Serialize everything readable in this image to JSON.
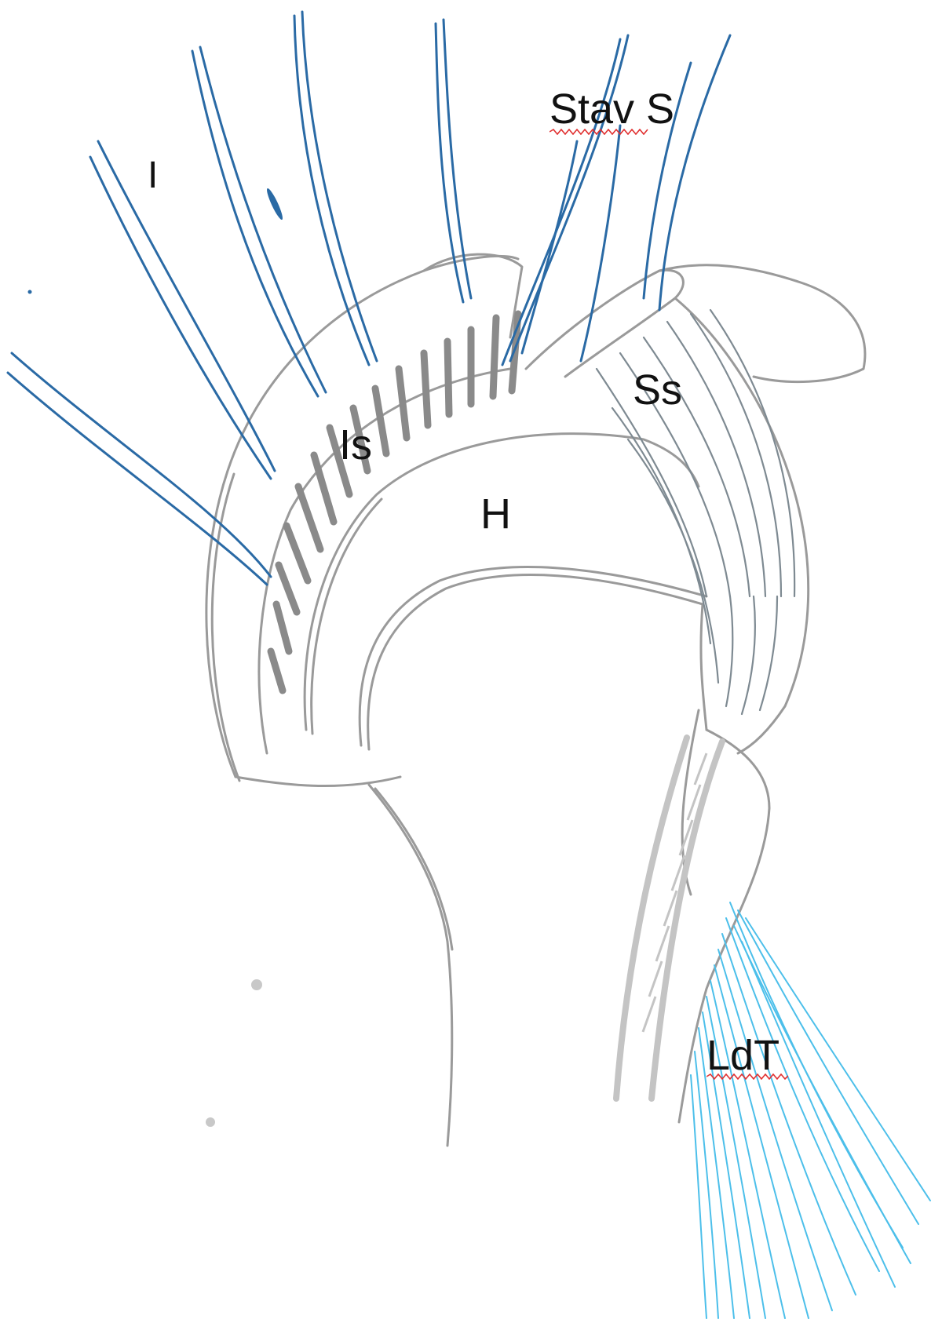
{
  "labels": {
    "i": "I",
    "stav_s": "Stav S",
    "is": "Is",
    "ss": "Ss",
    "h": "H",
    "ldt": "LdT"
  },
  "colors": {
    "outline": "#9a9a9a",
    "outline_dark": "#7f7f7f",
    "fibers": "#8a8a8a",
    "ss_fibers": "#7e8a92",
    "tendons": "#2a6aa5",
    "ldt_fibers": "#4cbfea",
    "spellcheck": "#e03030",
    "label": "#111111"
  }
}
